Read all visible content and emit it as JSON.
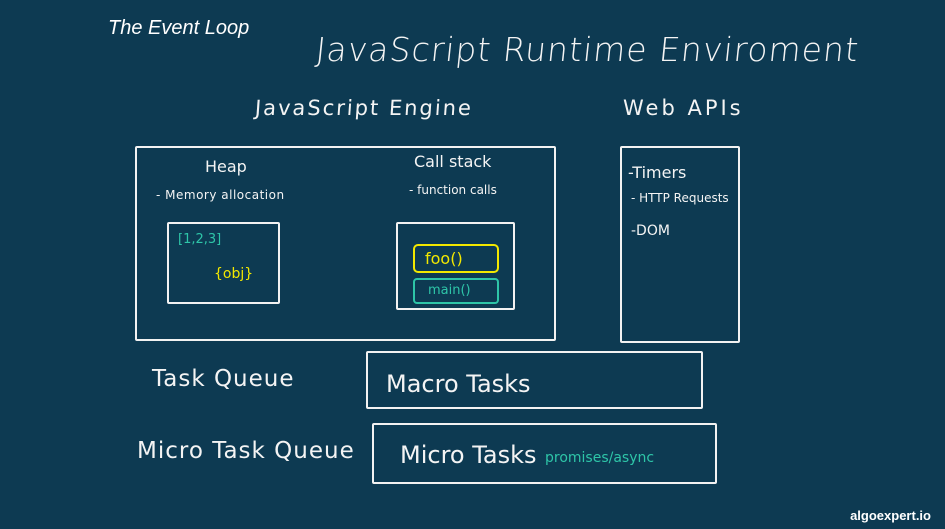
{
  "corner_title": "The Event Loop",
  "main_title": "JavaScript Runtime Enviroment",
  "engine": {
    "title": "JavaScript Engine",
    "heap": {
      "label": "Heap",
      "sub": "- Memory allocation",
      "items": [
        "[1,2,3]",
        "{obj}"
      ]
    },
    "call_stack": {
      "label": "Call stack",
      "sub": "- function calls",
      "frames": [
        "foo()",
        "main()"
      ]
    }
  },
  "web_apis": {
    "title": "Web APIs",
    "items": [
      "-Timers",
      "- HTTP Requests",
      "-DOM"
    ]
  },
  "queues": {
    "task_label": "Task Queue",
    "macro_box": "Macro Tasks",
    "micro_label": "Micro Task Queue",
    "micro_box": "Micro Tasks",
    "micro_note": "promises/async"
  },
  "brand": "algoexpert.io",
  "colors": {
    "background": "#0d3a52",
    "yellow": "#f2e800",
    "teal": "#2ec5a8",
    "chalk": "#f2f2f2"
  }
}
